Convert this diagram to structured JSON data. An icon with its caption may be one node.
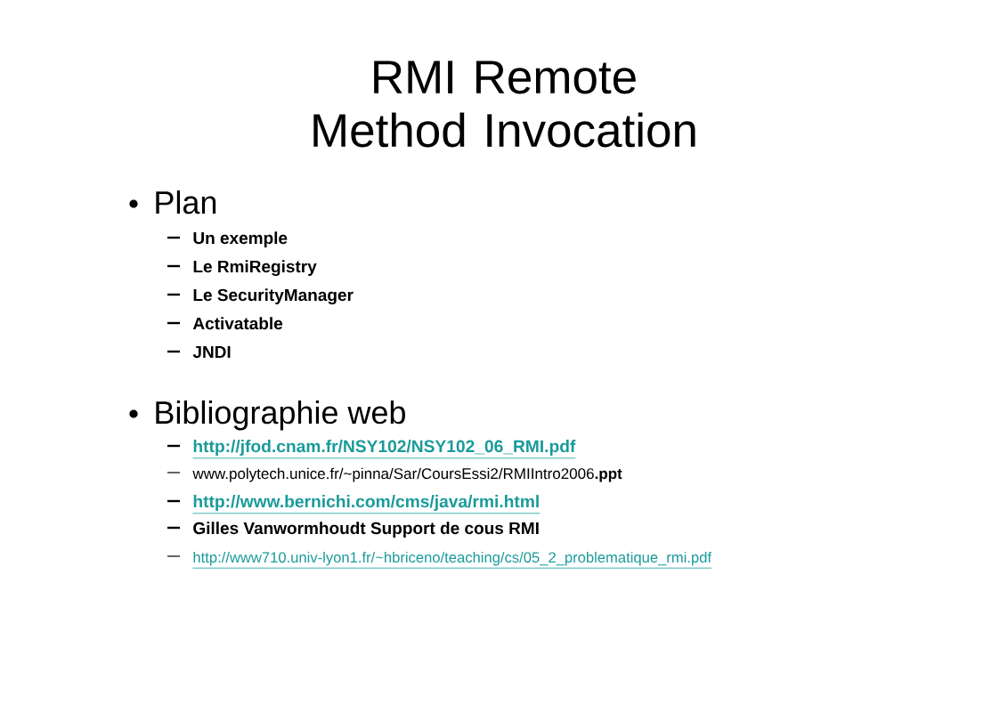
{
  "diagram": {
    "title": "RMI Remote Method Invocation",
    "labels": [
      "Plan",
      "Un exemple",
      "Le RmiRegistry",
      "Le SecurityManager",
      "Activatable",
      "JNDI",
      "Bibliographie web",
      "http://jfod.cnam.fr/NSY102/NSY102_06_RMI.pdf",
      "www.polytech.unice.fr/~pinna/Sar/CoursEssi2/RMIIntro2006**.ppt**",
      "http://www.bernichi.com/cms/java/rmi.html",
      "Gilles Vanwormhoudt Support de cous RMI",
      "http://www710.univ-lyon1.fr/~hbriceno/teaching/cs/05_2_problematique_rmi.pdf"
    ]
  }
}
